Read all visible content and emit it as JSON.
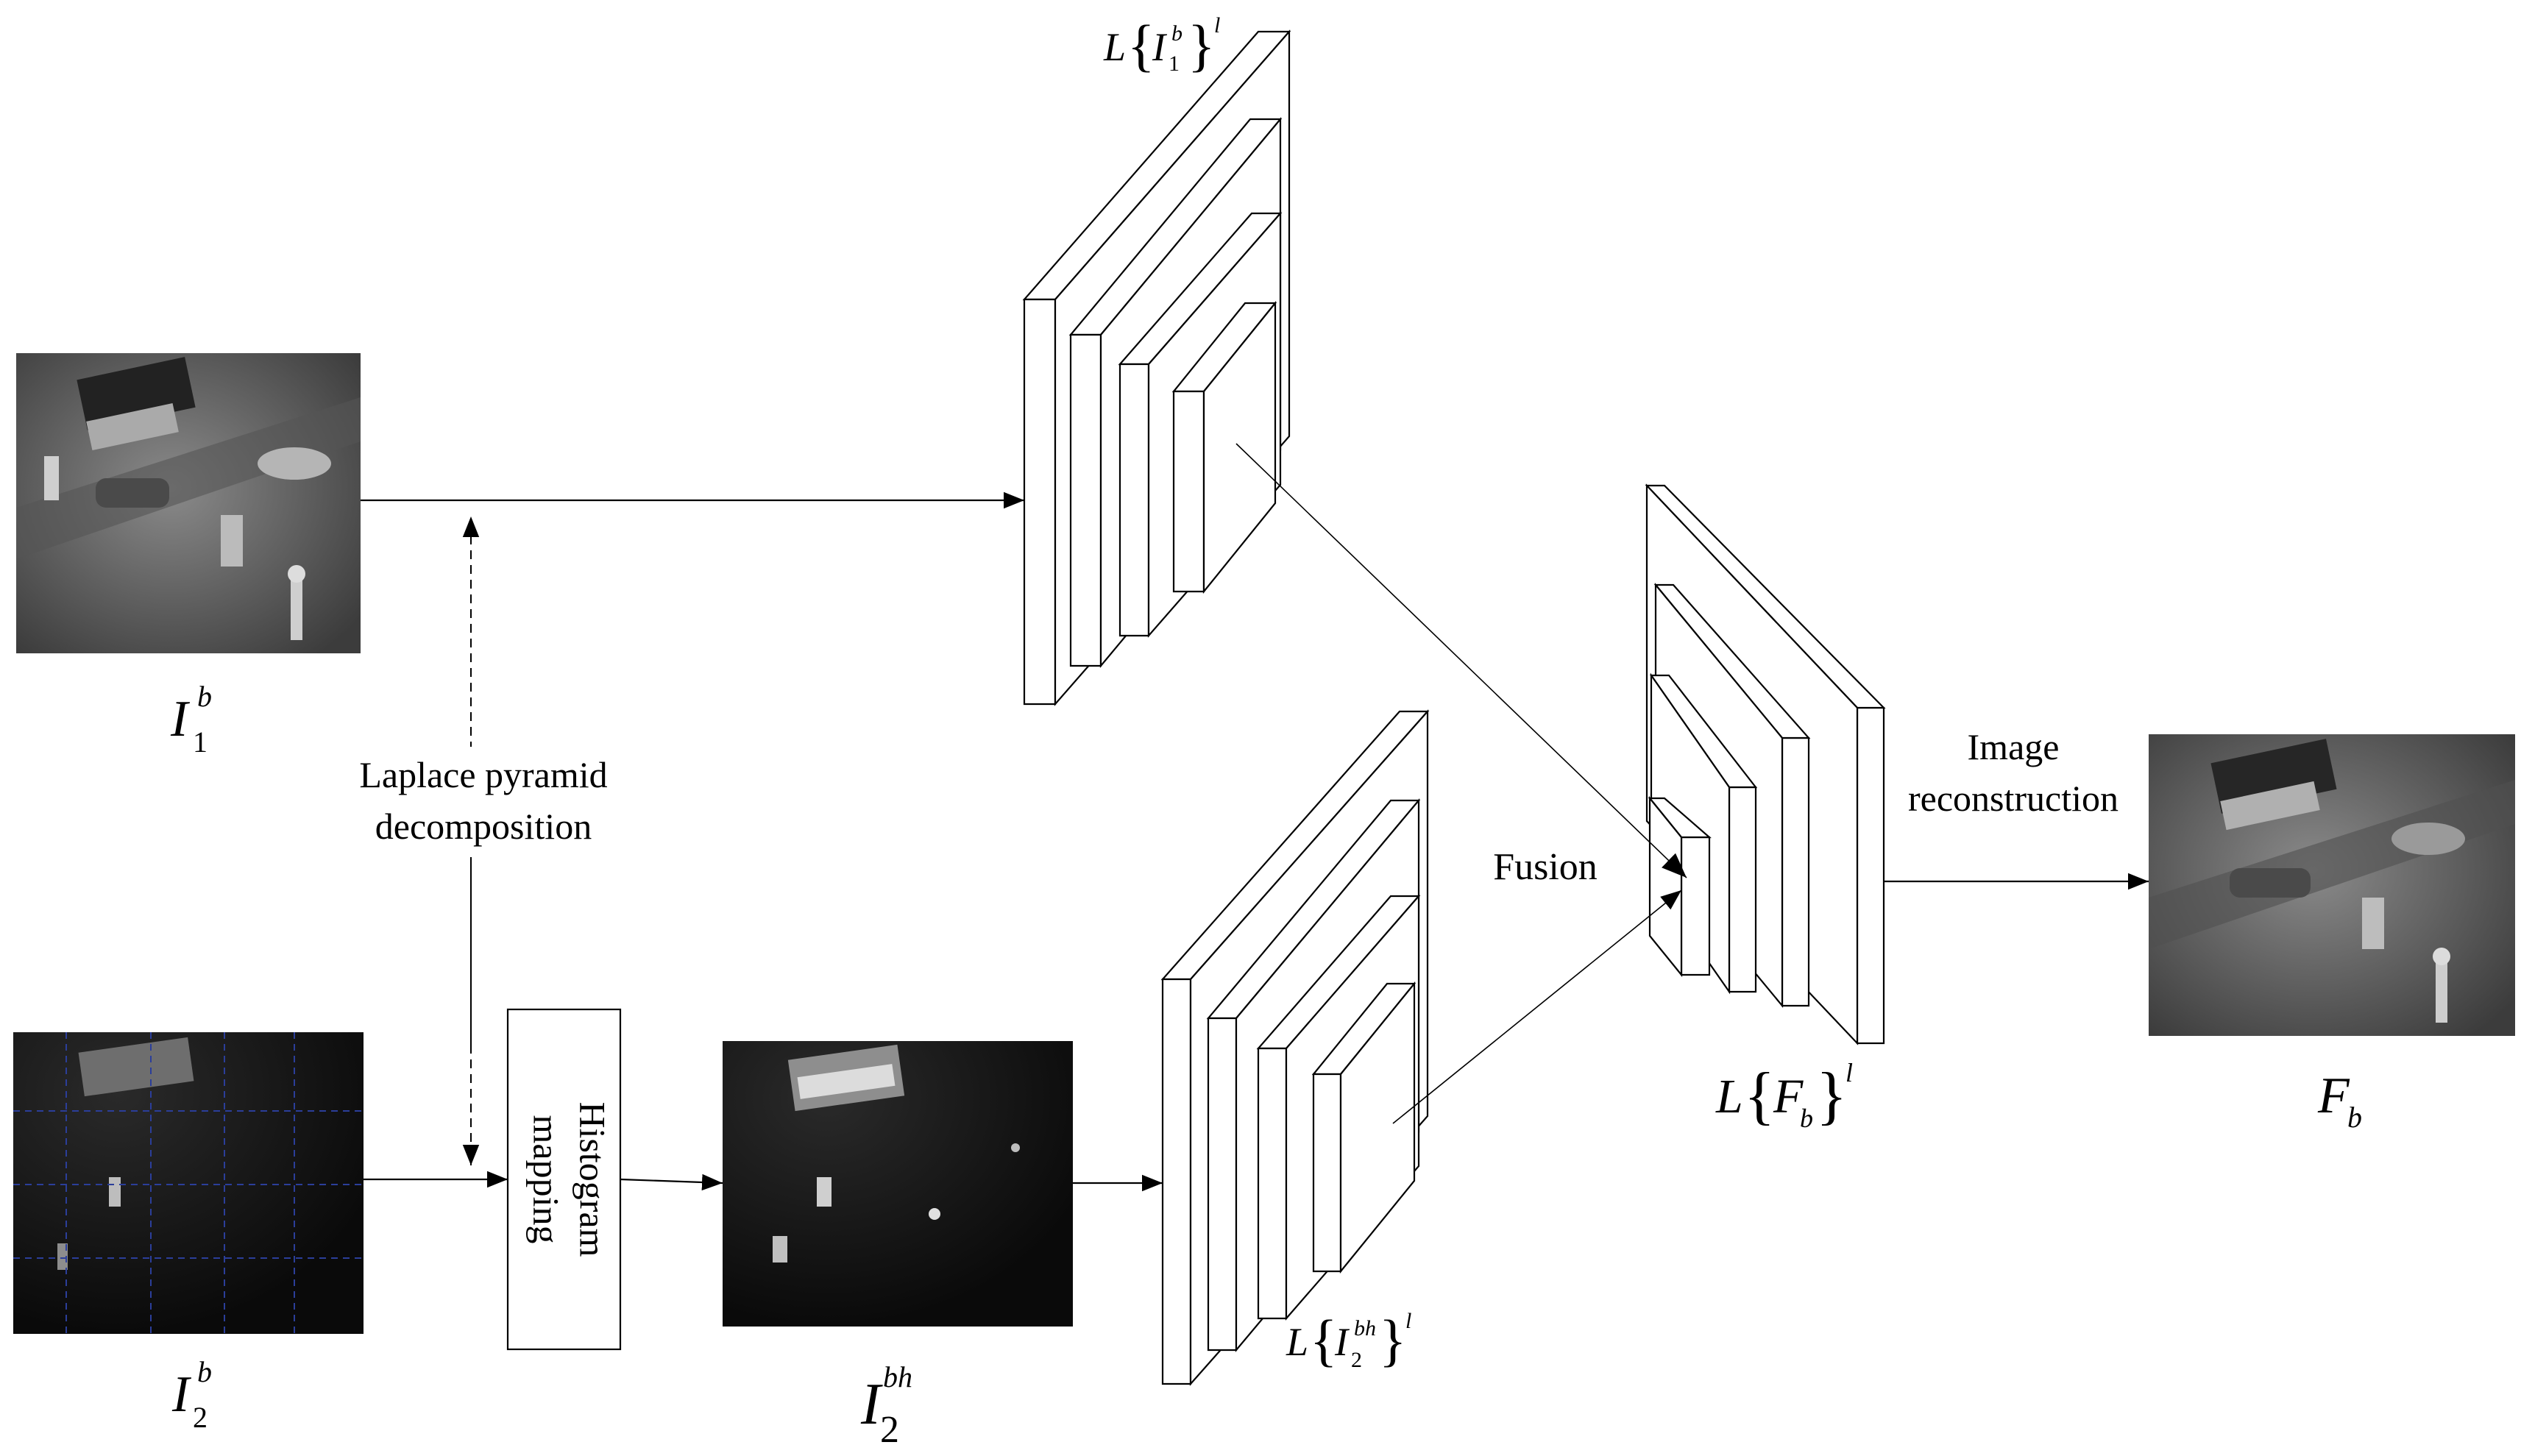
{
  "labels": {
    "i1b_base": "I",
    "i1b_sub": "1",
    "i1b_sup": "b",
    "i2b_base": "I",
    "i2b_sub": "2",
    "i2b_sup": "b",
    "i2bh_base": "I",
    "i2bh_sub": "2",
    "i2bh_sup": "bh",
    "fb_base": "F",
    "fb_sub": "b",
    "pyr1": {
      "L": "L",
      "open": "{",
      "base": "I",
      "sub": "1",
      "sup": "b",
      "close": "}",
      "exp": "l"
    },
    "pyr2": {
      "L": "L",
      "open": "{",
      "base": "I",
      "sub": "2",
      "sup": "bh",
      "close": "}",
      "exp": "l"
    },
    "pyrF": {
      "L": "L",
      "open": "{",
      "base": "F",
      "sub": "b",
      "close": "}",
      "exp": "l"
    }
  },
  "steps": {
    "laplace_line1": "Laplace pyramid",
    "laplace_line2": "decomposition",
    "histogram_line1": "Histogram",
    "histogram_line2": "mapping",
    "fusion": "Fusion",
    "recon_line1": "Image",
    "recon_line2": "reconstruction"
  }
}
